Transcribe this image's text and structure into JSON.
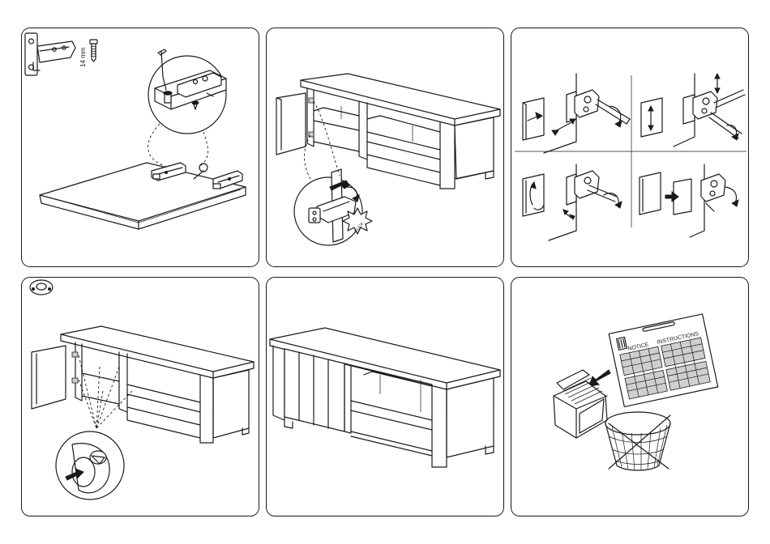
{
  "step1": {
    "screw_length": "14 mm"
  },
  "step2": {
    "click_label": "CLICK"
  },
  "step6": {
    "notice_label": "NOTICE",
    "instructions_label": "INSTRUCTIONS"
  }
}
